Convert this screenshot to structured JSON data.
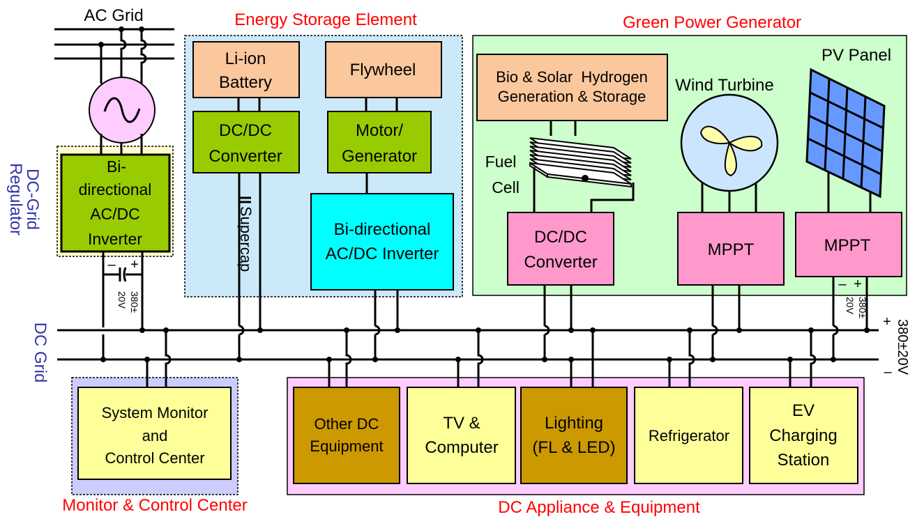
{
  "sections": {
    "ac_grid": "AC Grid",
    "energy_storage": "Energy Storage Element",
    "green_power": "Green Power Generator",
    "dc_grid_regulator_line1": "DC-Grid",
    "dc_grid_regulator_line2": "Regulator",
    "dc_grid": "DC Grid",
    "monitor_control": "Monitor & Control Center",
    "dc_appliance": "DC Appliance & Equipment"
  },
  "storage": {
    "battery": [
      "Li-ion",
      "Battery"
    ],
    "flywheel": "Flywheel",
    "dcdc": [
      "DC/DC",
      "Converter"
    ],
    "motor": [
      "Motor/",
      "Generator"
    ],
    "inverter": [
      "Bi-directional",
      "AC/DC Inverter"
    ],
    "supercap": "Supercap"
  },
  "regulator": {
    "inverter": [
      "Bi-",
      "directional",
      "AC/DC",
      "Inverter"
    ],
    "voltage": [
      "380±",
      "20V"
    ],
    "minus": "–",
    "plus": "+"
  },
  "green": {
    "bio_hydrogen": [
      "Bio & Solar  Hydrogen",
      "Generation & Storage"
    ],
    "fuel_cell": [
      "Fuel",
      "Cell"
    ],
    "wind_turbine": "Wind Turbine",
    "pv_panel": "PV Panel",
    "dcdc": [
      "DC/DC",
      "Converter"
    ],
    "mppt_wind": "MPPT",
    "mppt_pv": "MPPT",
    "pv_voltage": [
      "380±",
      "20V"
    ],
    "pv_minus": "–",
    "pv_plus": "+"
  },
  "bus": {
    "voltage": "380±20V",
    "plus": "+",
    "minus": "–"
  },
  "monitor": [
    "System Monitor",
    "and",
    "Control Center"
  ],
  "appliances": {
    "other_dc": [
      "Other DC",
      "Equipment"
    ],
    "tv": [
      "TV &",
      "Computer"
    ],
    "lighting": [
      "Lighting",
      "(FL & LED)"
    ],
    "refrigerator": "Refrigerator",
    "ev": [
      "EV",
      "Charging",
      "Station"
    ]
  },
  "colors": {
    "storage_region": "#cce9f9",
    "green_region": "#ccffcc",
    "appliance_region": "#ffccff",
    "monitor_region": "#ccccff",
    "regulator_region": "#ffffcc",
    "peach": "#fbc79c",
    "lime": "#99cc00",
    "cyan": "#00ffff",
    "pink": "#ff99cc",
    "yellow": "#ffff99",
    "gold": "#cc9900",
    "label_red": "#ff0000",
    "label_blue": "#3333aa"
  }
}
